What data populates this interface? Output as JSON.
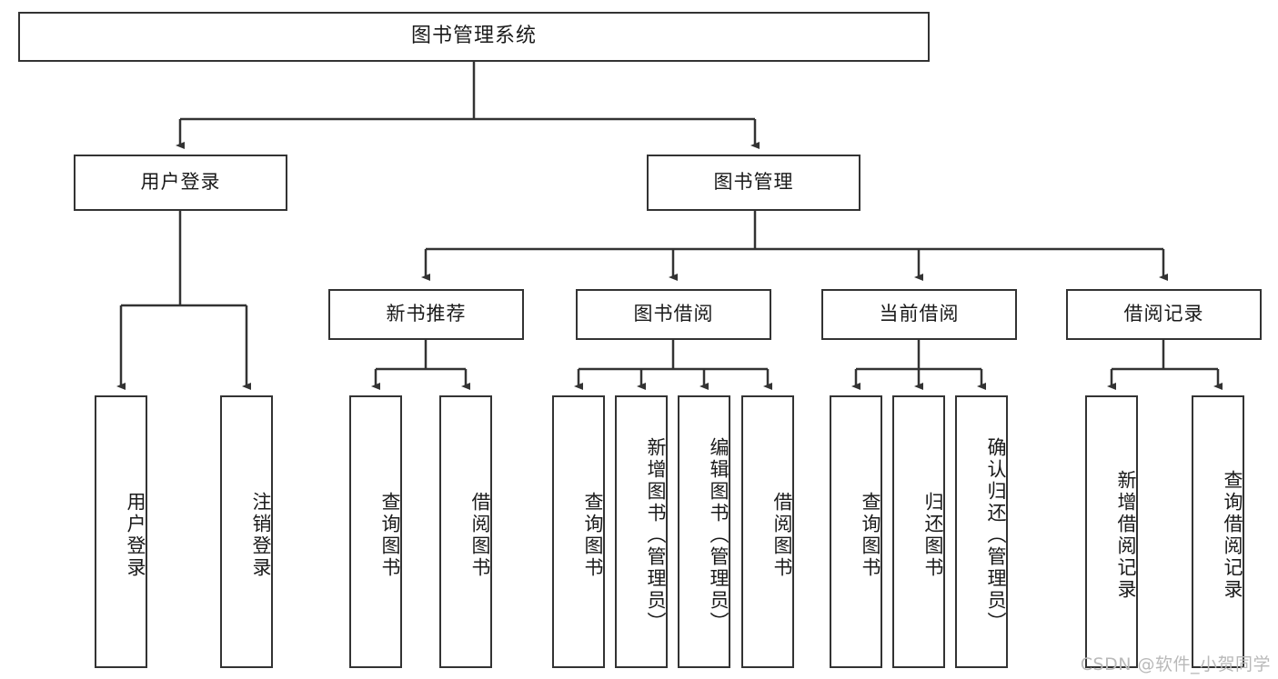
{
  "diagram": {
    "title": "图书管理系统",
    "watermark": "CSDN @软件_小贺同学",
    "colors": {
      "box_border": "#333333",
      "box_fill": "#ffffff",
      "connector": "#333333",
      "text": "#1a1a1a",
      "watermark": "#b9b9b9"
    }
  },
  "root": {
    "label": "图书管理系统"
  },
  "level1": [
    {
      "label": "用户登录"
    },
    {
      "label": "图书管理"
    }
  ],
  "level2": [
    {
      "label": "新书推荐"
    },
    {
      "label": "图书借阅"
    },
    {
      "label": "当前借阅"
    },
    {
      "label": "借阅记录"
    }
  ],
  "leaves": {
    "user_login": [
      {
        "label": "用户登录"
      },
      {
        "label": "注销登录"
      }
    ],
    "new_book_recommend": [
      {
        "label": "查询图书"
      },
      {
        "label": "借阅图书"
      }
    ],
    "book_borrow": [
      {
        "label": "查询图书"
      },
      {
        "label": "新增图书（管理员）"
      },
      {
        "label": "编辑图书（管理员）"
      },
      {
        "label": "借阅图书"
      }
    ],
    "current_borrow": [
      {
        "label": "查询图书"
      },
      {
        "label": "归还图书"
      },
      {
        "label": "确认归还（管理员）"
      }
    ],
    "borrow_record": [
      {
        "label": "新增借阅记录"
      },
      {
        "label": "查询借阅记录"
      }
    ]
  }
}
